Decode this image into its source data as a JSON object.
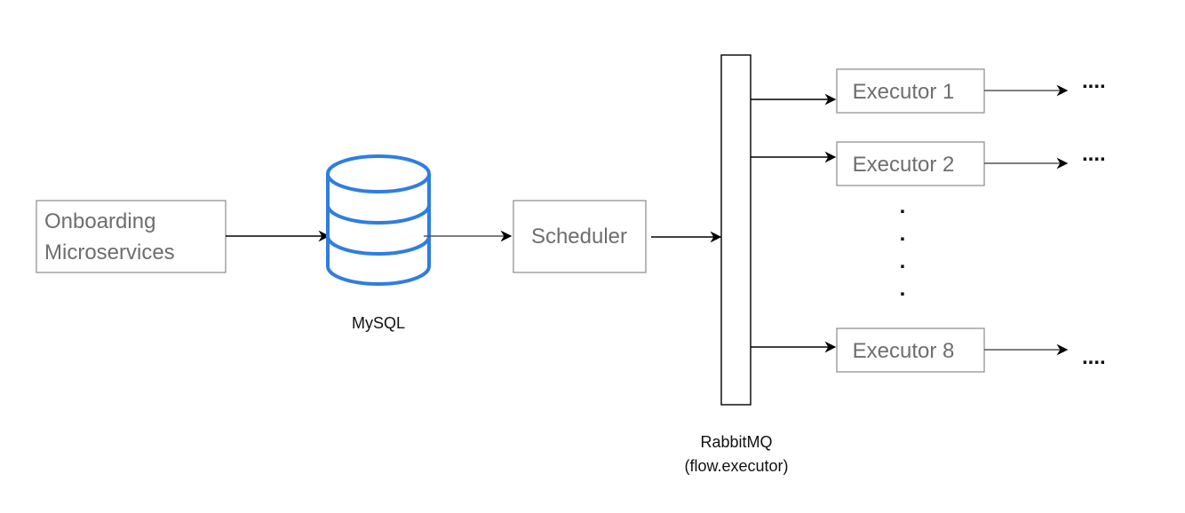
{
  "nodes": {
    "onboarding": {
      "line1": "Onboarding",
      "line2": "Microservices"
    },
    "mysql": {
      "label": "MySQL"
    },
    "scheduler": {
      "label": "Scheduler"
    },
    "rabbitmq": {
      "line1": "RabbitMQ",
      "line2": "(flow.executor)"
    },
    "executors": [
      {
        "label": "Executor 1"
      },
      {
        "label": "Executor 2"
      },
      {
        "label": "Executor 8"
      }
    ]
  },
  "ellipsis": "....",
  "vertical_dot": ".",
  "colors": {
    "database_stroke": "#2f7de1",
    "box_border": "#8a8a8a",
    "box_text": "#6e6e6e"
  },
  "icons": [
    "database-icon"
  ]
}
